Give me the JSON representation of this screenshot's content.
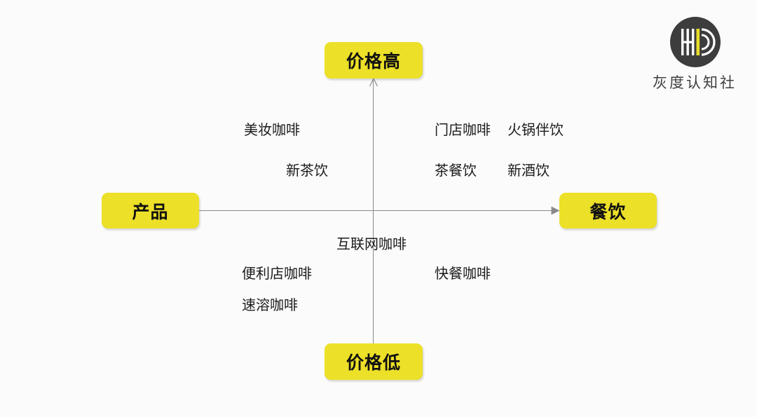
{
  "slide": {
    "background_color": "#fbfbfb",
    "accent_color": "#ece028",
    "text_color": "#1b1b1b"
  },
  "axes": {
    "vertical": {
      "top_label": "价格高",
      "bottom_label": "价格低",
      "arrow": "arrow-up-icon"
    },
    "horizontal": {
      "left_label": "产品",
      "right_label": "餐饮",
      "arrow": "arrow-right-icon"
    }
  },
  "quadrants": {
    "top_left": [
      {
        "text": "美妆咖啡"
      },
      {
        "text": "新茶饮"
      }
    ],
    "top_right": [
      {
        "text": "门店咖啡"
      },
      {
        "text": "火锅伴饮"
      },
      {
        "text": "茶餐饮"
      },
      {
        "text": "新酒饮"
      }
    ],
    "bottom_left": [
      {
        "text": "便利店咖啡"
      },
      {
        "text": "速溶咖啡"
      }
    ],
    "bottom_right": [
      {
        "text": "快餐咖啡"
      }
    ],
    "center": [
      {
        "text": "互联网咖啡"
      }
    ]
  },
  "logo": {
    "mark": "hd-monogram-icon",
    "text": "灰度认知社",
    "circle_color": "#3d3d3d",
    "accent_color": "#e8dc2a"
  }
}
